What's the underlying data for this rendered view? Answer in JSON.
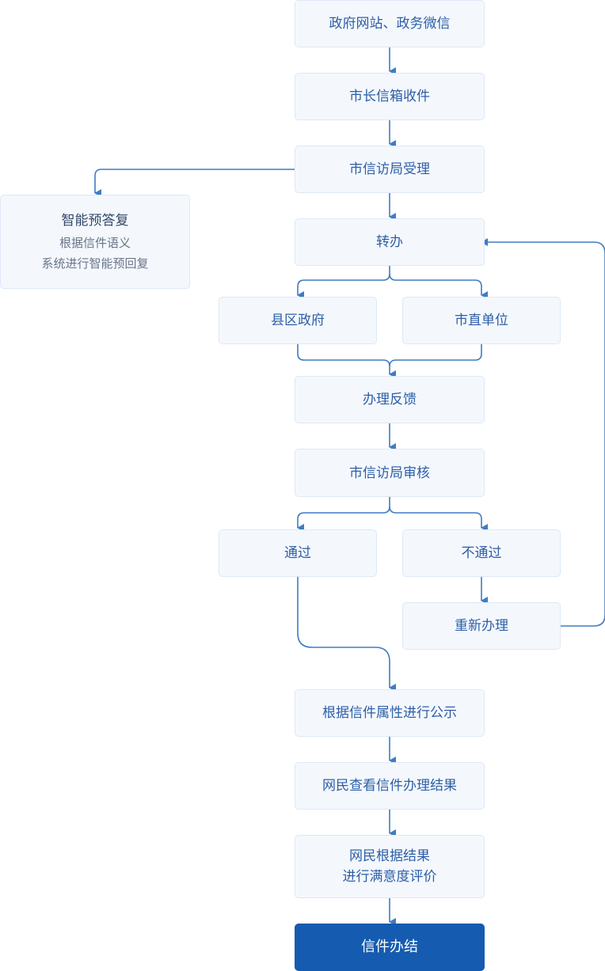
{
  "flow": {
    "source": "政府网站、政务微信",
    "receive": "市长信箱收件",
    "accept": "市信访局受理",
    "ai_reply": {
      "title": "智能预答复",
      "line1": "根据信件语义",
      "line2": "系统进行智能预回复"
    },
    "transfer": "转办",
    "county": "县区政府",
    "city_unit": "市直单位",
    "feedback": "办理反馈",
    "review": "市信访局审核",
    "pass": "通过",
    "fail": "不通过",
    "redo": "重新办理",
    "publicize": "根据信件属性进行公示",
    "view_result": "网民查看信件办理结果",
    "evaluate_line1": "网民根据结果",
    "evaluate_line2": "进行满意度评价",
    "finish": "信件办结"
  },
  "colors": {
    "line": "#3f7cc4",
    "node_bg": "#f4f8fd",
    "node_border": "#dde8f5",
    "node_text": "#2d5ea6",
    "final_bg": "#155bb0"
  }
}
